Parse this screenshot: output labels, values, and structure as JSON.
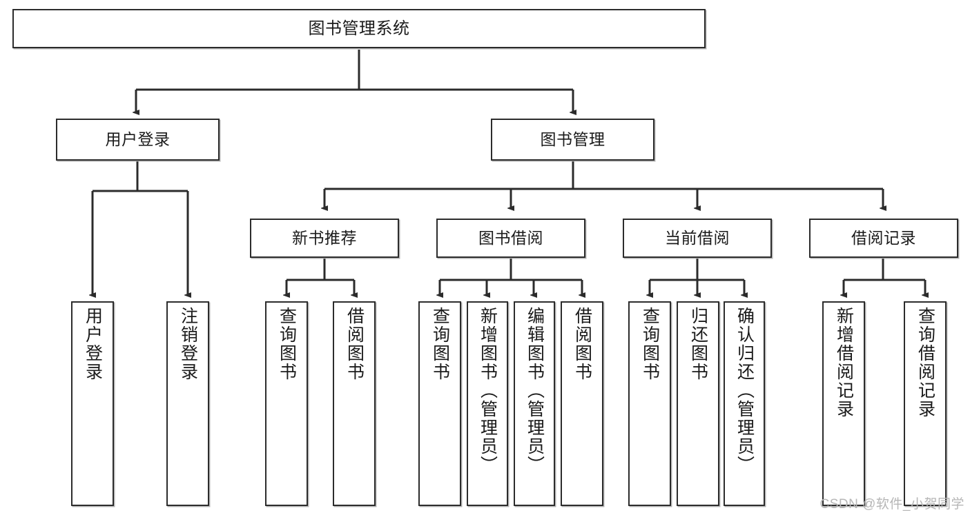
{
  "diagram": {
    "title": "图书管理系统",
    "type": "tree-hierarchy",
    "colors": {
      "stroke": "#2b2b2b",
      "fill": "#ffffff",
      "text": "#1a1a1a",
      "watermark": "#b6b6b6"
    },
    "nodes": {
      "root": {
        "label": "图书管理系统",
        "level": 0
      },
      "level1": [
        {
          "label": "用户登录",
          "level": 1
        },
        {
          "label": "图书管理",
          "level": 1
        }
      ],
      "level2": [
        {
          "label": "新书推荐",
          "level": 2
        },
        {
          "label": "图书借阅",
          "level": 2
        },
        {
          "label": "当前借阅",
          "level": 2
        },
        {
          "label": "借阅记录",
          "level": 2
        }
      ],
      "leaves": {
        "user_login": [
          {
            "label": "用户登录"
          },
          {
            "label": "注销登录"
          }
        ],
        "new_book_recommend": [
          {
            "label": "查询图书"
          },
          {
            "label": "借阅图书"
          }
        ],
        "book_borrow": [
          {
            "label": "查询图书"
          },
          {
            "label": "新增图书（管理员）"
          },
          {
            "label": "编辑图书（管理员）"
          },
          {
            "label": "借阅图书"
          }
        ],
        "current_borrow": [
          {
            "label": "查询图书"
          },
          {
            "label": "归还图书"
          },
          {
            "label": "确认归还（管理员）"
          }
        ],
        "borrow_record": [
          {
            "label": "新增借阅记录"
          },
          {
            "label": "查询借阅记录"
          }
        ]
      }
    },
    "watermark": "CSDN @软件_小贺同学"
  }
}
